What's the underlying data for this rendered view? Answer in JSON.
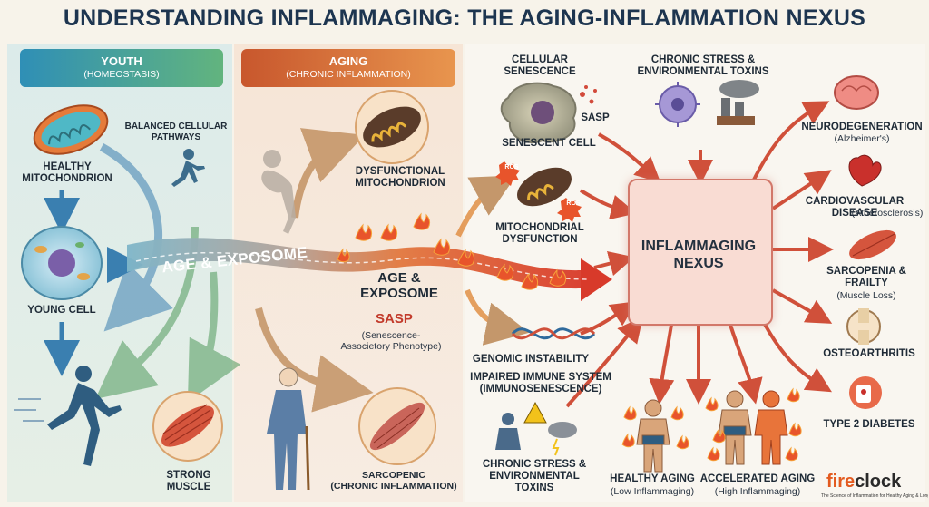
{
  "title": "UNDERSTANDING INFLAMMAGING: THE AGING-INFLAMMATION NEXUS",
  "youth": {
    "heading": "YOUTH",
    "subheading": "(HOMEOSTASIS)",
    "healthy_mito": "HEALTHY\nMITOCHONDRION",
    "balanced": "BALANCED CELLULAR\nPATHWAYS",
    "young_cell": "YOUNG CELL",
    "strong_muscle": "STRONG MUSCLE"
  },
  "aging": {
    "heading": "AGING",
    "subheading": "(CHRONIC INFLAMMATION)",
    "dys_mito": "DYSFUNCTIONAL\nMITOCHONDRION",
    "age_exposome": "AGE &\nEXPOSOME",
    "sasp": "SASP",
    "sasp_full": "(Senescence-\nAssocietory Phenotype)",
    "sarcopenic": "SARCOPENIC\n(CHRONIC INFLAMMATION)"
  },
  "flow_label": "AGE & EXPOSOME",
  "middle": {
    "cellular_senescence": "CELLULAR\nSENESCENCE",
    "sasp_small": "SASP",
    "senescent_cell": "SENESCENT CELL",
    "chronic_stress_top": "CHRONIC STRESS &\nENVIRONMENTAL TOXINS",
    "ros": "ROS",
    "mito_dysfunction": "MITOCHONDRIAL\nDYSFUNCTION",
    "genomic": "GENOMIC INSTABILITY",
    "immune": "IMPAIRED IMMUNE SYSTEM\n(IMMUNOSENESCENCE)",
    "chronic_stress_bottom": "CHRONIC STRESS &\nENVIRONMENTAL\nTOXINS",
    "healthy_aging": "HEALTHY AGING",
    "healthy_aging_sub": "(Low Inflammaging)",
    "accelerated_aging": "ACCELERATED AGING",
    "accelerated_aging_sub": "(High Inflammaging)"
  },
  "nexus": "INFLAMMAGING\nNEXUS",
  "outcomes": {
    "neuro": "NEURODEGENERATION",
    "neuro_sub": "(Alzheimer's)",
    "cardio": "CARDIOVASCULAR\nDISEASE",
    "cardio_sub": "(Atherosclerosis)",
    "sarco": "SARCOPENIA &\nFRAILTY",
    "sarco_sub": "(Muscle Loss)",
    "osteo": "OSTEOARTHRITIS",
    "diabetes": "TYPE 2 DIABETES"
  },
  "brand": {
    "name_a": "fire",
    "name_b": "clock",
    "tagline": "The Science of Inflammation for Healthy Aging & Longevity"
  },
  "colors": {
    "title": "#1d3550",
    "youth_accent": "#2f8fb6",
    "aging_accent": "#c8572d",
    "arrow_red": "#d0503a",
    "nexus_fill": "#f9dcd3"
  },
  "icons": [
    "mitochondrion-icon",
    "cell-icon",
    "runner-icon",
    "muscle-icon",
    "elderly-person-icon",
    "dna-icon",
    "virus-icon",
    "factory-icon",
    "fire-icon",
    "brain-icon",
    "heart-icon",
    "knee-joint-icon",
    "glucose-meter-icon",
    "warning-icon",
    "storm-cloud-icon",
    "body-figure-icon"
  ]
}
